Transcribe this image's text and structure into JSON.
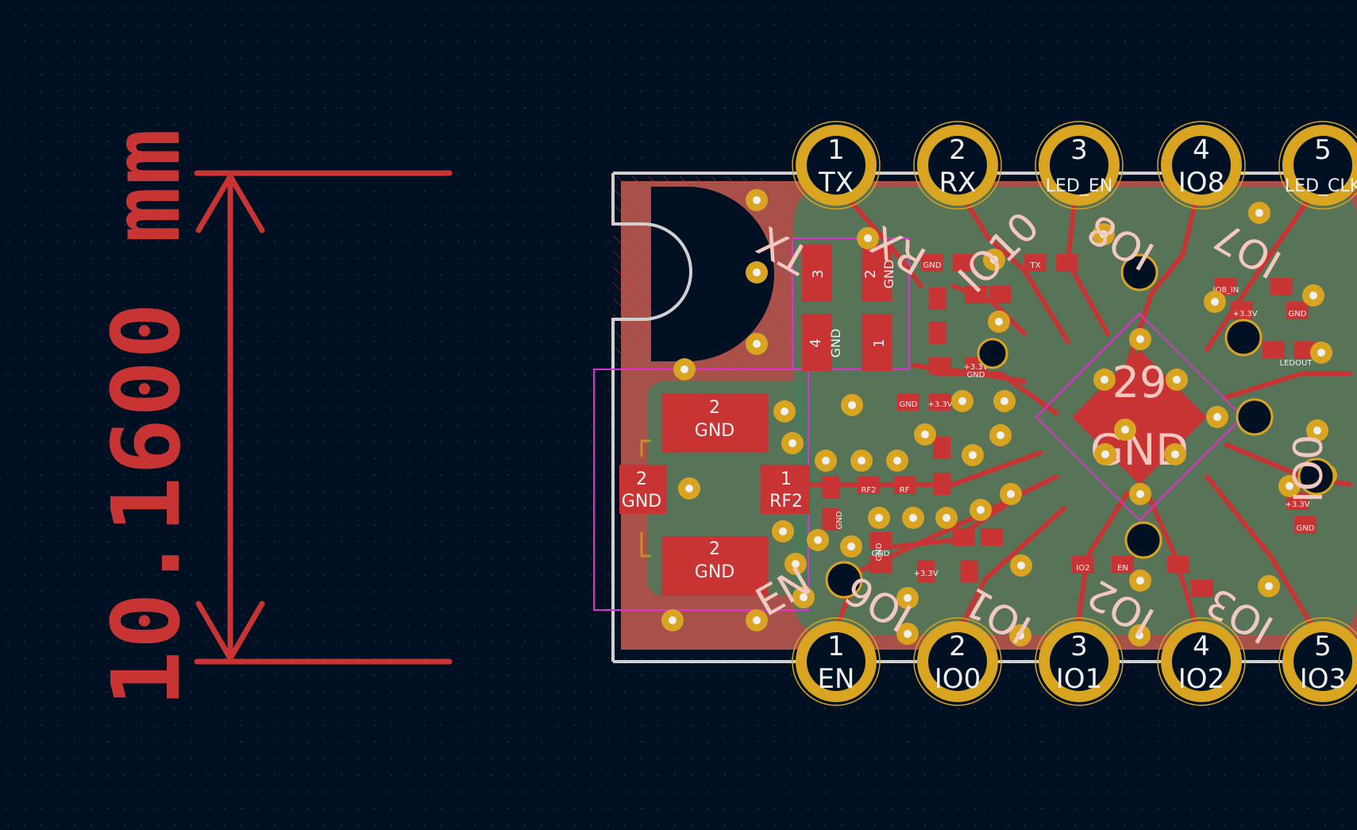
{
  "colors": {
    "background": "#001023",
    "grid_dot": "#2a3a55",
    "front_copper": "#c83434",
    "copper_pour": "#a8504a",
    "soldermask_green": "#4a7a5a",
    "silkscreen": "#f2c8c0",
    "silkscreen_white": "#f0f0f0",
    "pad_gold": "#d9a520",
    "board_outline": "#d0d0d0",
    "courtyard": "#e030d0",
    "dimension": "#c83434"
  },
  "dimension": {
    "label": "10.1600 mm"
  },
  "top_header": [
    {
      "num": "1",
      "net": "TX"
    },
    {
      "num": "2",
      "net": "RX"
    },
    {
      "num": "3",
      "net": "LED_EN"
    },
    {
      "num": "4",
      "net": "IO8"
    },
    {
      "num": "5",
      "net": "LED_CLK"
    }
  ],
  "bottom_header": [
    {
      "num": "1",
      "net": "EN"
    },
    {
      "num": "2",
      "net": "IO0"
    },
    {
      "num": "3",
      "net": "IO1"
    },
    {
      "num": "4",
      "net": "IO2"
    },
    {
      "num": "5",
      "net": "IO3"
    }
  ],
  "silk_labels": {
    "tx": "TX",
    "rx": "RX",
    "io10": "IO10",
    "io8": "IO8",
    "io7": "IO7",
    "en": "EN",
    "io0": "IO0",
    "io1": "IO1",
    "io2": "IO2",
    "io3": "IO3",
    "io6": "IO6"
  },
  "antenna_connector": {
    "pad_top_num": "2",
    "pad_top_net": "GND",
    "pad_left_num": "2",
    "pad_left_net": "GND",
    "pad_bottom_num": "2",
    "pad_bottom_net": "GND",
    "pad_signal_num": "1",
    "pad_signal_net": "RF2"
  },
  "crystal": {
    "p3": "3",
    "p2": "2",
    "p2_net": "GND",
    "p4": "4",
    "p4_net": "GND",
    "p1": "1"
  },
  "mcu": {
    "pad_num": "29",
    "pad_net": "GND"
  },
  "small_pad_labels": {
    "gnd": "GND",
    "v33": "+3.3V",
    "rf2": "RF2",
    "rf": "RF",
    "tx_small": "TX",
    "io2_small": "IO2",
    "en_small": "EN",
    "ledout": "LEDOUT",
    "io8_in": "IO8_IN",
    "one": "1",
    "two": "2"
  }
}
